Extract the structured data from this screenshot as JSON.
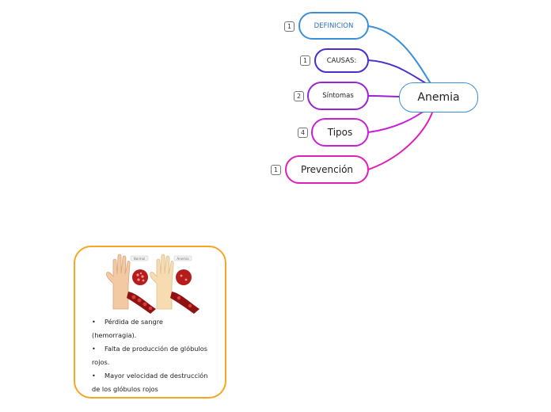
{
  "root": {
    "label": "Anemia",
    "color": "#3b8fd8"
  },
  "branches": [
    {
      "label": "DEFINICION",
      "count": "1",
      "color": "#3b8fd8",
      "text_color": "#2b6fb8"
    },
    {
      "label": "CAUSAS:",
      "count": "1",
      "color": "#4a2fd0",
      "text_color": "#222222"
    },
    {
      "label": "Síntomas",
      "count": "2",
      "color": "#9a22d6",
      "text_color": "#222222"
    },
    {
      "label": "Tipos",
      "count": "4",
      "color": "#c81fd8",
      "text_color": "#222222"
    },
    {
      "label": "Prevención",
      "count": "1",
      "color": "#e01fb8",
      "text_color": "#222222"
    }
  ],
  "card": {
    "border_color": "#f5a623",
    "image_labels": [
      "Normal",
      "Anemia"
    ],
    "bullets": [
      {
        "marker": "•",
        "line1": "Pérdida de sangre",
        "line2": "(hemorragia)."
      },
      {
        "marker": "•",
        "line1": "Falta de producción de glóbulos",
        "line2": "rojos."
      },
      {
        "marker": "•",
        "line1": "Mayor velocidad de destrucción",
        "line2": "de los glóbulos rojos"
      }
    ]
  }
}
